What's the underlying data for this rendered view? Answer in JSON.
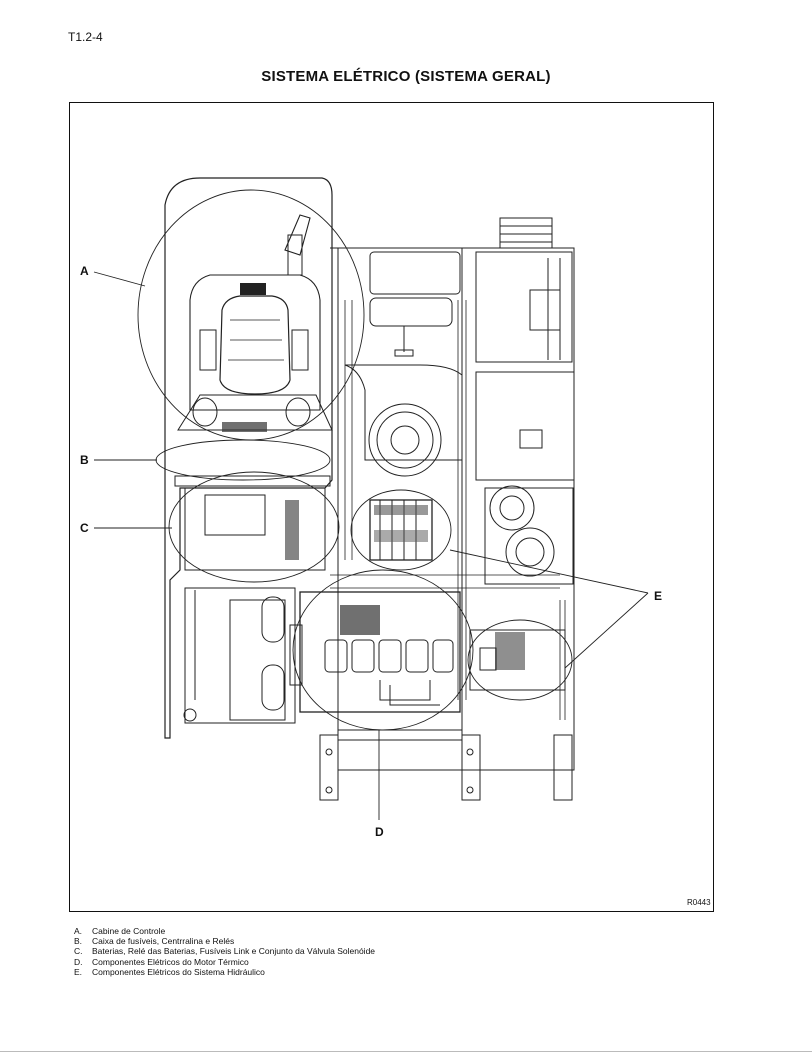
{
  "header": {
    "page_id": "T1.2-4",
    "title": "SISTEMA ELÉTRICO (SISTEMA GERAL)"
  },
  "figure": {
    "code": "R0443",
    "callouts": [
      "A",
      "B",
      "C",
      "D",
      "E"
    ]
  },
  "legend": [
    {
      "letter": "A.",
      "text": "Cabine de Controle"
    },
    {
      "letter": "B.",
      "text": "Caixa de fusíveis, Centrralina e Relés"
    },
    {
      "letter": "C.",
      "text": "Baterias, Relé das Baterias, Fusíveis Link e Conjunto da Válvula Solenóide"
    },
    {
      "letter": "D.",
      "text": "Componentes Elétricos do Motor Térmico"
    },
    {
      "letter": "E.",
      "text": "Componentes Elétricos do Sistema Hidráulico"
    }
  ]
}
